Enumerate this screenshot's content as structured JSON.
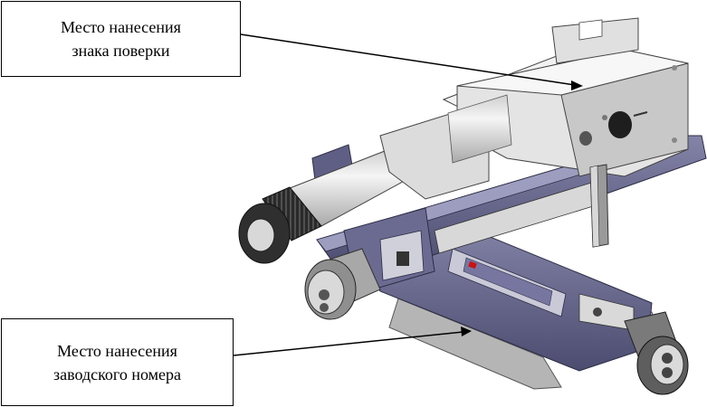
{
  "callouts": {
    "verification_mark": {
      "line1": "Место нанесения",
      "line2": "знака поверки"
    },
    "serial_number": {
      "line1": "Место нанесения",
      "line2": "заводского номера"
    }
  },
  "colors": {
    "body_light": "#e6e6e6",
    "body_mid": "#c4c4c4",
    "body_dark": "#8a8a8a",
    "rail_purple": "#5f5f86",
    "rail_purple_dark": "#3f3f60",
    "rail_purple_light": "#8484a8",
    "knob_dark": "#2a2a2a",
    "marker_red": "#cc1111"
  }
}
